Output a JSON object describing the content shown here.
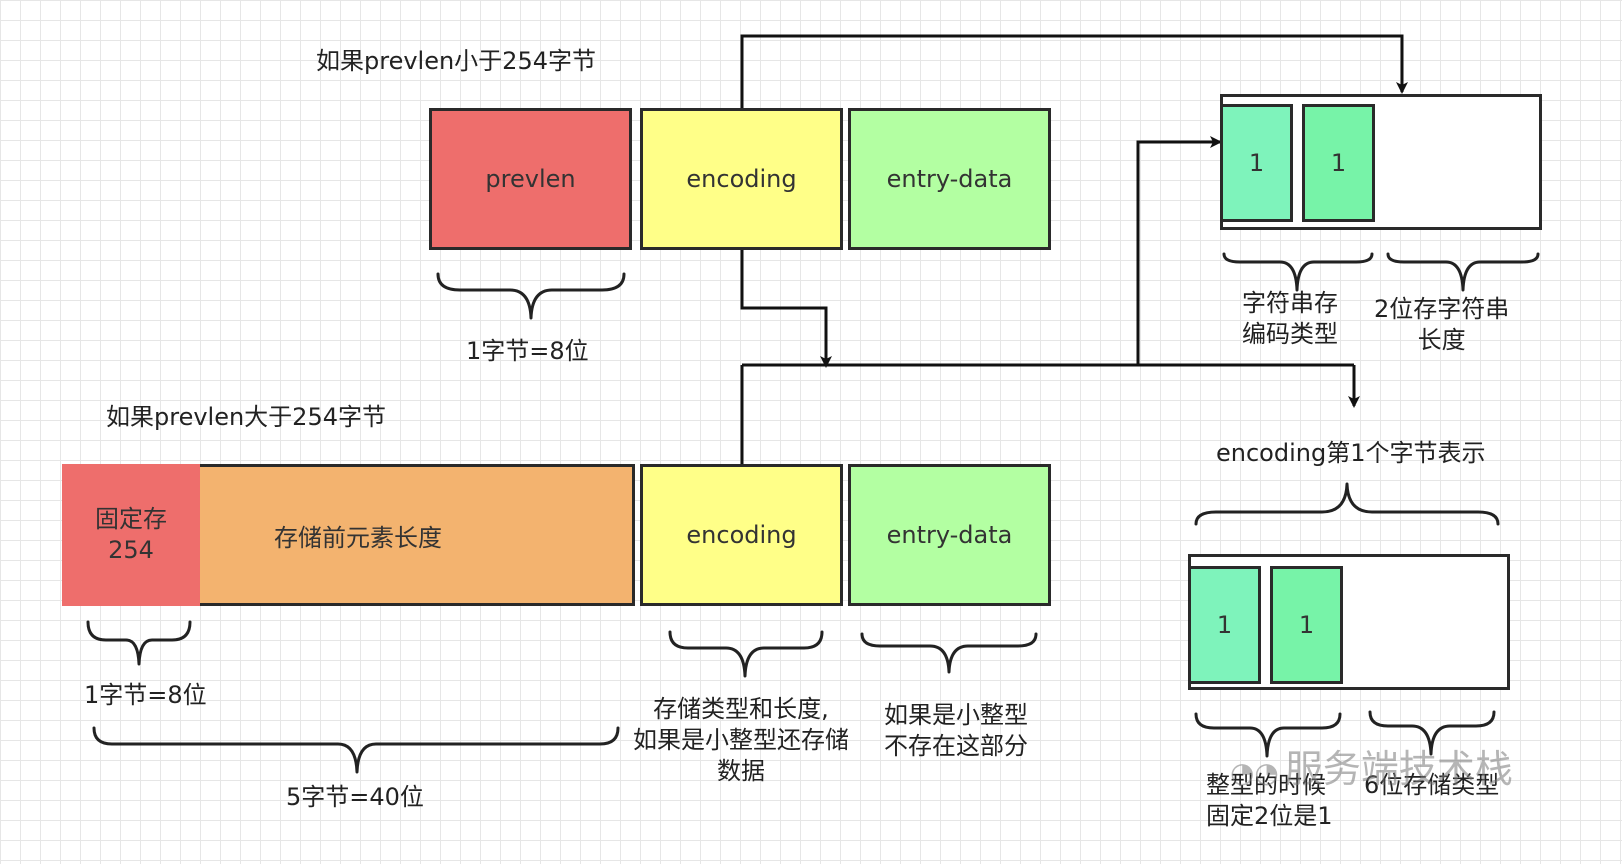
{
  "top": {
    "title": "如果prevlen小于254字节",
    "prevlen": "prevlen",
    "encoding": "encoding",
    "entry_data": "entry-data",
    "brace_label": "1字节=8位"
  },
  "bottom": {
    "title": "如果prevlen大于254字节",
    "fixed": "固定存\n254",
    "stored_len": "存储前元素长度",
    "encoding": "encoding",
    "entry_data": "entry-data",
    "brace1_label": "1字节=8位",
    "brace5_label": "5字节=40位",
    "encoding_note": "存储类型和长度,\n如果是小整型还存储\n数据",
    "entry_note": "如果是小整型\n不存在这部分"
  },
  "string_detail": {
    "bit1": "1",
    "bit2": "1",
    "label_left": "字符串存\n编码类型",
    "label_right": "2位存字符串\n长度"
  },
  "int_detail": {
    "title": "encoding第1个字节表示",
    "bit1": "1",
    "bit2": "1",
    "label_left": "整型的时候\n固定2位是1",
    "label_right": "6位存储类型"
  },
  "watermark": "服务端技术栈",
  "colors": {
    "prevlen_red": "#ee6e6c",
    "encoding_yellow": "#ffff88",
    "entry_green": "#b3ffa2",
    "stored_orange": "#f3b36f",
    "bit_green_light": "#7ef3bb",
    "bit_green": "#77f3a8"
  }
}
